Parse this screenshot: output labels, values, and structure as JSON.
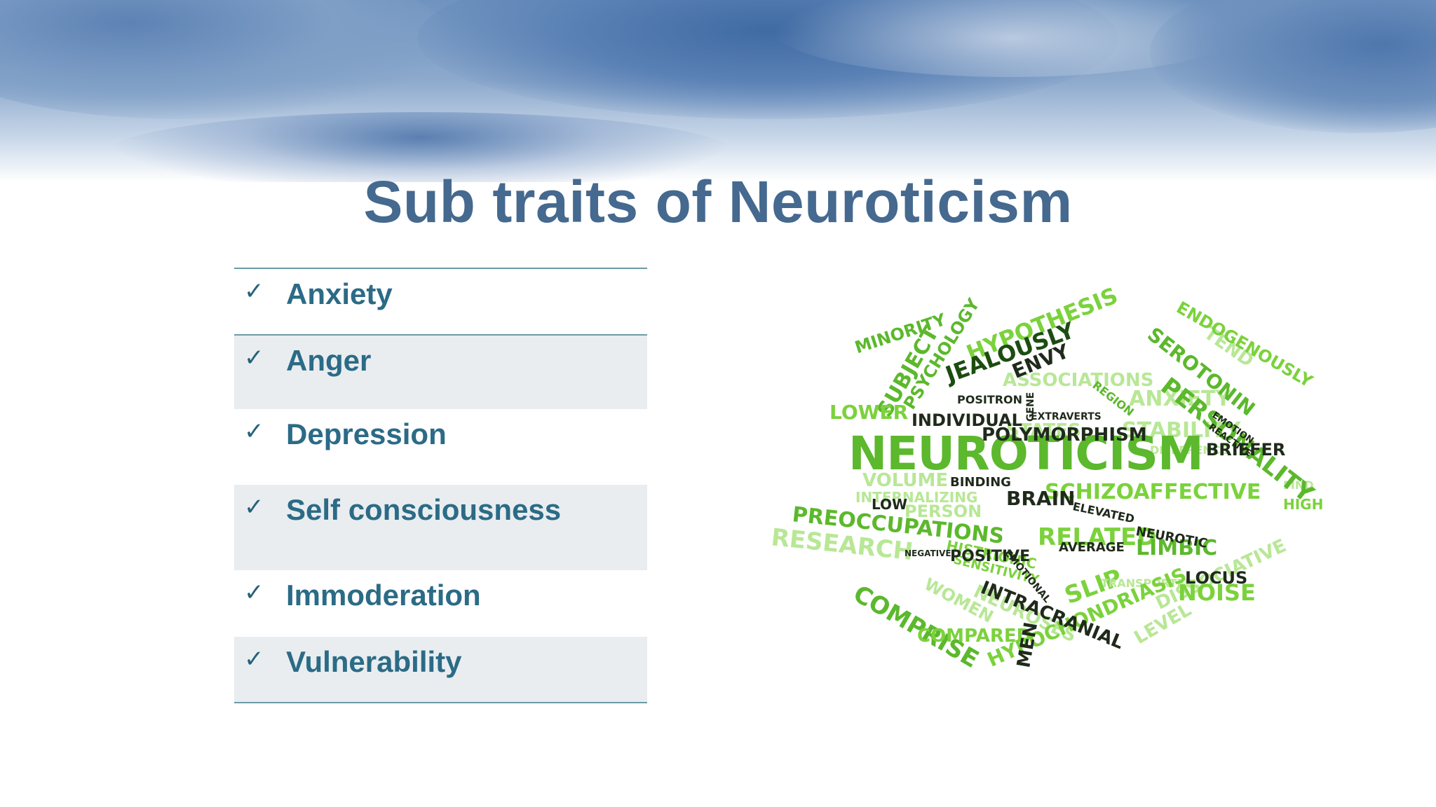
{
  "slide": {
    "title": "Sub traits of Neuroticism"
  },
  "traits": [
    {
      "label": "Anxiety"
    },
    {
      "label": "Anger"
    },
    {
      "label": "Depression"
    },
    {
      "label": "Self consciousness"
    },
    {
      "label": "Immoderation"
    },
    {
      "label": "Vulnerability"
    }
  ],
  "check_mark": "✓",
  "word_cloud": {
    "words": {
      "neuroticism": "NEUROTICISM",
      "minority": "MINORITY",
      "subject": "SUBJECT",
      "psychology": "PSYCHOLOGY",
      "hypothesis": "HYPOTHESIS",
      "jealously": "JEALOUSLY",
      "envy": "ENVY",
      "tend": "TEND",
      "endogenously": "ENDOGENOUSLY",
      "serotonin": "SEROTONIN",
      "personality": "PERSONALITY",
      "region": "REGION",
      "positron": "POSITRON",
      "lower": "LOWER",
      "associations": "ASSOCIATIONS",
      "anxiety": "ANXIETY",
      "individual": "INDIVIDUAL",
      "gene": "GENE",
      "extraverts": "EXTRAVERTS",
      "stability": "STABILITY",
      "states": "STATES",
      "polymorphism": "POLYMORPHISM",
      "emotion": "EMOTION",
      "reactive": "REACTIVE",
      "briefer": "BRIEFER",
      "difference": "DIFFERENCE",
      "volume": "VOLUME",
      "binding": "BINDING",
      "internalizing": "INTERNALIZING",
      "brain": "BRAIN",
      "schizoaffective": "SCHIZOAFFECTIVE",
      "high": "HIGH",
      "find": "FIND",
      "low": "LOW",
      "person": "PERSON",
      "elevated": "ELEVATED",
      "preoccupations": "PREOCCUPATIONS",
      "research": "RESEARCH",
      "histrionic": "HISTRIONIC",
      "sensitivity": "SENSITIVITY",
      "negative": "NEGATIVE",
      "positive": "POSITIVE",
      "related": "RELATED",
      "neurotic": "NEUROTIC",
      "limbic": "LIMBIC",
      "average": "AVERAGE",
      "emotional": "EMOTIONAL",
      "comprise": "COMPRISE",
      "women": "WOMEN",
      "neuroses": "NEUROSES",
      "intracranial": "INTRACRANIAL",
      "slip": "SLIP",
      "transporter": "TRANSPORTER",
      "locus": "LOCUS",
      "noise": "NOISE",
      "compared": "COMPARED",
      "men": "MEN",
      "level": "LEVEL",
      "dissociative": "DISSOCIATIVE",
      "hypochondriasis": "HYPOCHONDRIASIS"
    }
  },
  "colors": {
    "title": "#45698f",
    "trait_text": "#2b6b86",
    "rule": "#6e9aa6",
    "row_shade": "#e9edf0",
    "cloud_green": "#7bd23c",
    "cloud_dark": "#1b4d10"
  }
}
